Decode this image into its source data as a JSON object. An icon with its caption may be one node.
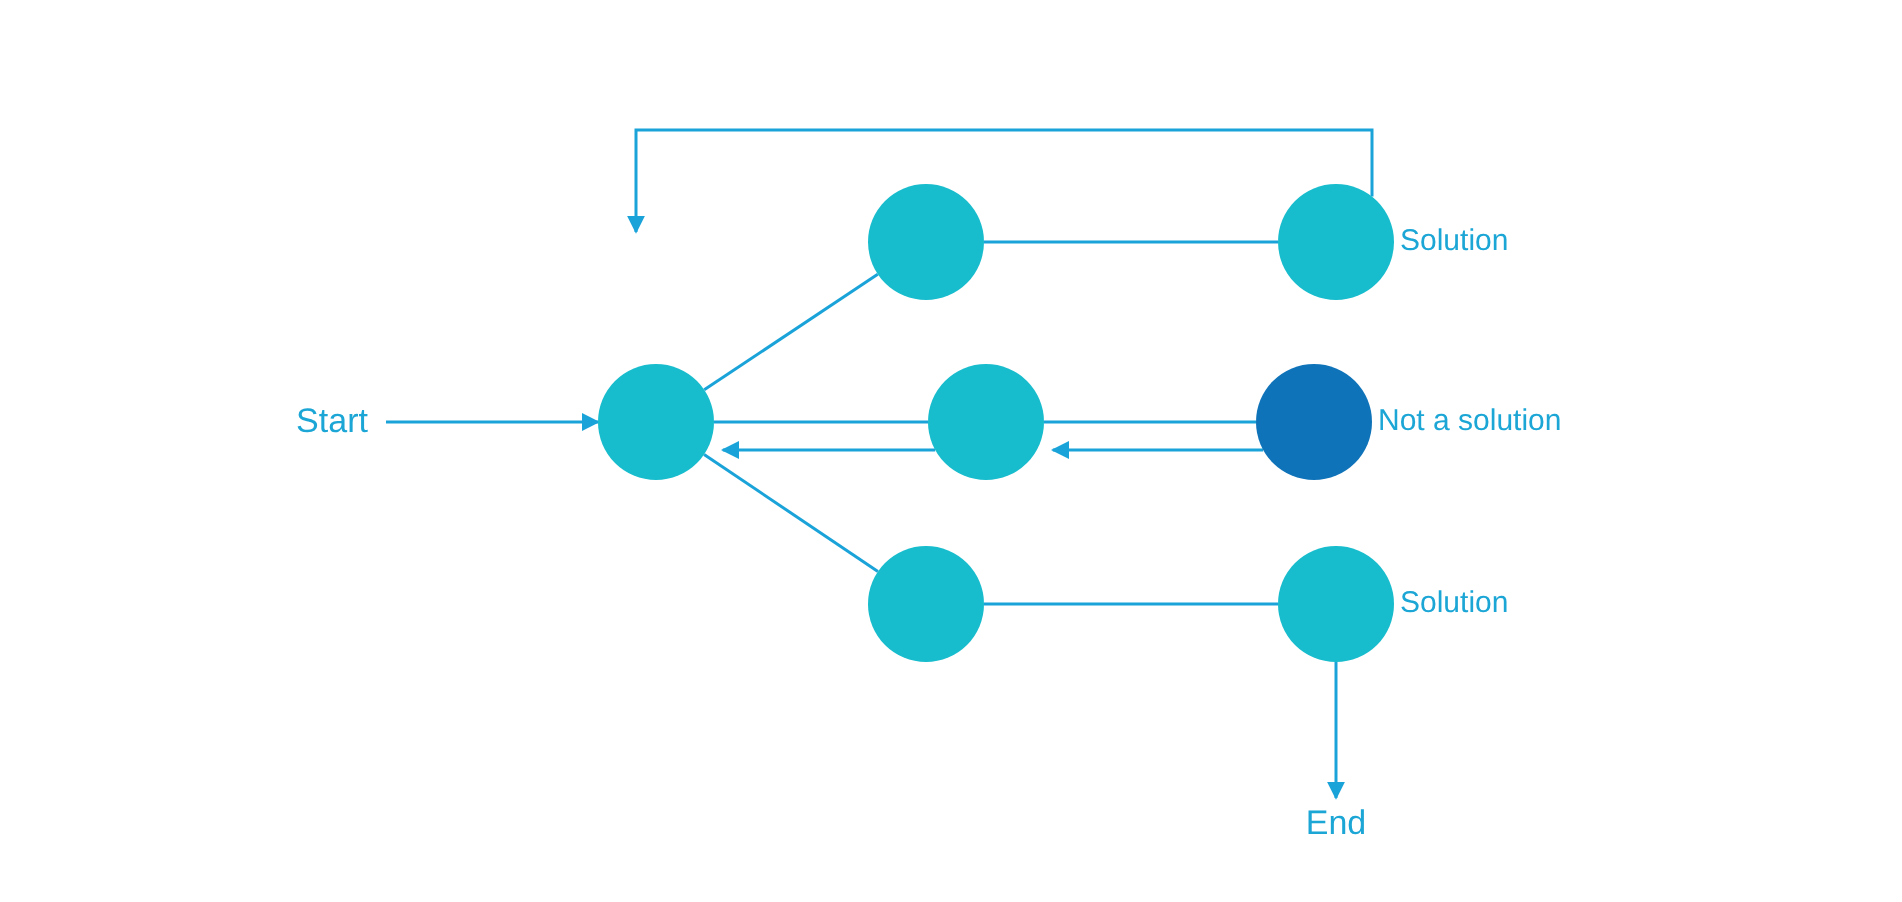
{
  "diagram": {
    "nodes": [
      {
        "text": [
          "Start"
        ]
      },
      {
        "text": [],
        "shape": "circle"
      },
      {
        "text": [],
        "shape": "circle"
      },
      {
        "text": [],
        "shape": "circle",
        "beside": [
          "Solution"
        ]
      },
      {
        "text": [],
        "shape": "circle"
      },
      {
        "text": [],
        "shape": "circle",
        "beside": [
          "Not a solution"
        ]
      },
      {
        "text": [],
        "shape": "circle"
      },
      {
        "text": [],
        "shape": "circle",
        "beside": [
          "Solution"
        ]
      },
      {
        "text": [
          "End"
        ]
      }
    ],
    "edges": [
      {
        "from": 0,
        "to": 1,
        "arrow": "to"
      },
      {
        "from": 1,
        "to": 2,
        "arrow": "none"
      },
      {
        "from": 2,
        "to": 3,
        "arrow": "none"
      },
      {
        "from": 3,
        "to": null,
        "arrow": "to"
      },
      {
        "from": 1,
        "to": 4,
        "arrow": "none"
      },
      {
        "from": 4,
        "to": 1,
        "arrow": "to"
      },
      {
        "from": 4,
        "to": 5,
        "arrow": "none"
      },
      {
        "from": 5,
        "to": 4,
        "arrow": "to"
      },
      {
        "from": 1,
        "to": 6,
        "arrow": "none"
      },
      {
        "from": 6,
        "to": 7,
        "arrow": "none"
      },
      {
        "from": 7,
        "to": 8,
        "arrow": "to"
      }
    ]
  }
}
